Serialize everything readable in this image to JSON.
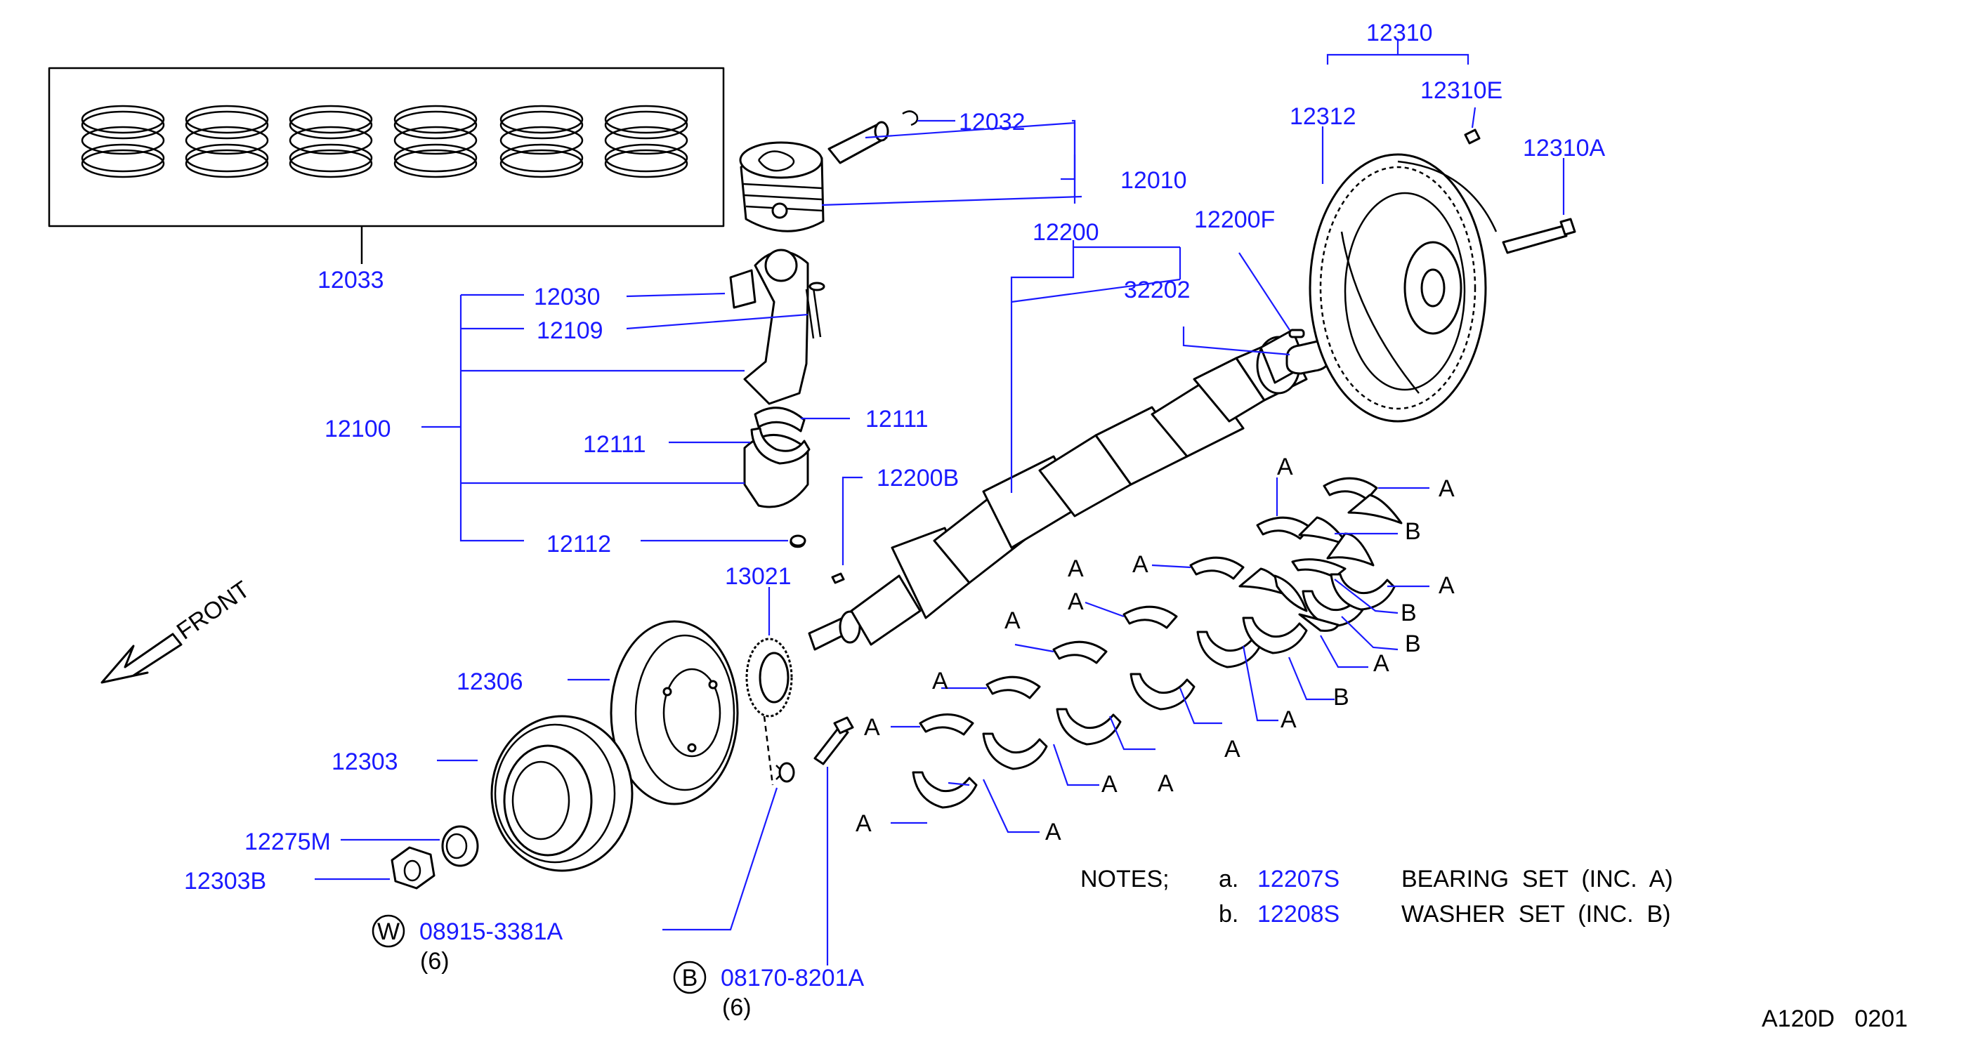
{
  "diagram": {
    "parts": {
      "p12033": "12033",
      "p12032": "12032",
      "p12010": "12010",
      "p12030": "12030",
      "p12109": "12109",
      "p12100": "12100",
      "p12111a": "12111",
      "p12111b": "12111",
      "p12112": "12112",
      "p12200": "12200",
      "p12200B": "12200B",
      "p12200F": "12200F",
      "p32202": "32202",
      "p12310": "12310",
      "p12310E": "12310E",
      "p12312": "12312",
      "p12310A": "12310A",
      "p13021": "13021",
      "p12306": "12306",
      "p12303": "12303",
      "p12275M": "12275M",
      "p12303B": "12303B",
      "p08915": "08915-3381A",
      "p08170": "08170-8201A"
    },
    "qty_w": "(6)",
    "qty_b": "(6)",
    "circle_w": "W",
    "circle_b": "B",
    "front_label": "FRONT",
    "bearing_letters": {
      "a": "A",
      "b": "B"
    },
    "notes": {
      "title": "NOTES;",
      "a_key": "a.",
      "a_part": "12207S",
      "a_text": "BEARING  SET  (INC.  A)",
      "b_key": "b.",
      "b_part": "12208S",
      "b_text": "WASHER  SET  (INC.  B)"
    },
    "code": "A120D   0201",
    "colors": {
      "part_number": "#1a1aff",
      "ink": "#000000"
    }
  }
}
